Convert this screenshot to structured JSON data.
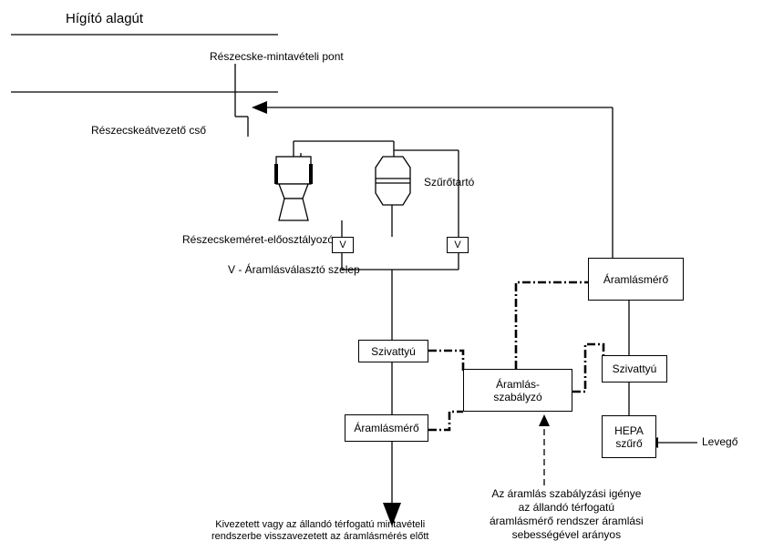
{
  "labels": {
    "tunnel": "Hígító alagút",
    "sampling_point": "Részecske-mintavételi pont",
    "transfer_tube": "Részecskeátvezető cső",
    "filter_holder": "Szűrőtartó",
    "preclassifier": "Részecskeméret-előosztályozó",
    "selector_valve": "V - Áramlásválasztó szelep",
    "exhaust_note": "Kivezetett vagy az állandó térfogatú mintavételi\nrendszerbe visszavezetett az áramlásmérés előtt",
    "control_note": "Az áramlás szabályzási igénye\naz állandó térfogatú\náramlásmérő rendszer áramlási\nsebességével arányos",
    "air": "Levegő"
  },
  "boxes": {
    "pump_left": "Szivattyú",
    "flowmeter_left": "Áramlásmérő",
    "controller": "Áramlás-\nszabályzó",
    "flowmeter_right": "Áramlásmérő",
    "pump_right": "Szivattyú",
    "hepa": "HEPA\nszűrő",
    "valve_1": "V",
    "valve_2": "V"
  }
}
